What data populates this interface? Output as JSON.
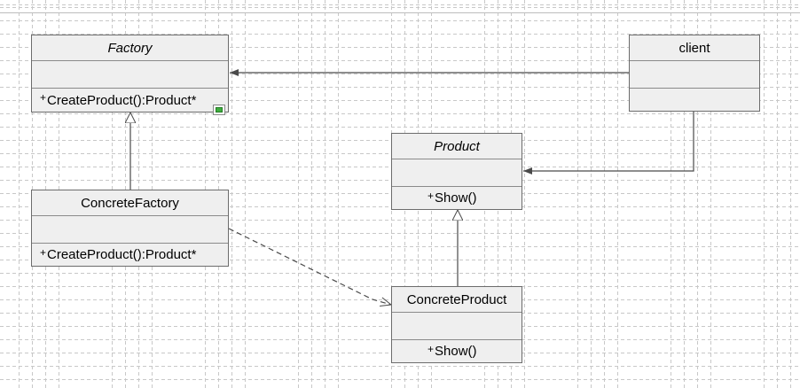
{
  "diagram": {
    "classes": [
      {
        "id": "factory",
        "name": "Factory",
        "abstract": true,
        "attributes": "",
        "operations": [
          "CreateProduct():Product*"
        ]
      },
      {
        "id": "client",
        "name": "client",
        "abstract": false,
        "attributes": "",
        "operations": []
      },
      {
        "id": "concrete_factory",
        "name": "ConcreteFactory",
        "abstract": false,
        "attributes": "",
        "operations": [
          "CreateProduct():Product*"
        ]
      },
      {
        "id": "product",
        "name": "Product",
        "abstract": true,
        "attributes": "",
        "operations": [
          "Show()"
        ]
      },
      {
        "id": "concrete_product",
        "name": "ConcreteProduct",
        "abstract": false,
        "attributes": "",
        "operations": [
          "Show()"
        ]
      }
    ],
    "relations": [
      {
        "type": "association",
        "from": "client",
        "to": "factory"
      },
      {
        "type": "association",
        "from": "client",
        "to": "product"
      },
      {
        "type": "generalization",
        "from": "concrete_factory",
        "to": "factory"
      },
      {
        "type": "generalization",
        "from": "concrete_product",
        "to": "product"
      },
      {
        "type": "dependency",
        "from": "concrete_factory",
        "to": "concrete_product"
      }
    ],
    "visibility_symbol": "+",
    "collapse_control": "minus-toggle-icon"
  },
  "colors": {
    "box_fill": "#efefef",
    "box_border": "#6c6c6c",
    "line": "#4a4a4a",
    "grid": "#c8c8c8"
  }
}
